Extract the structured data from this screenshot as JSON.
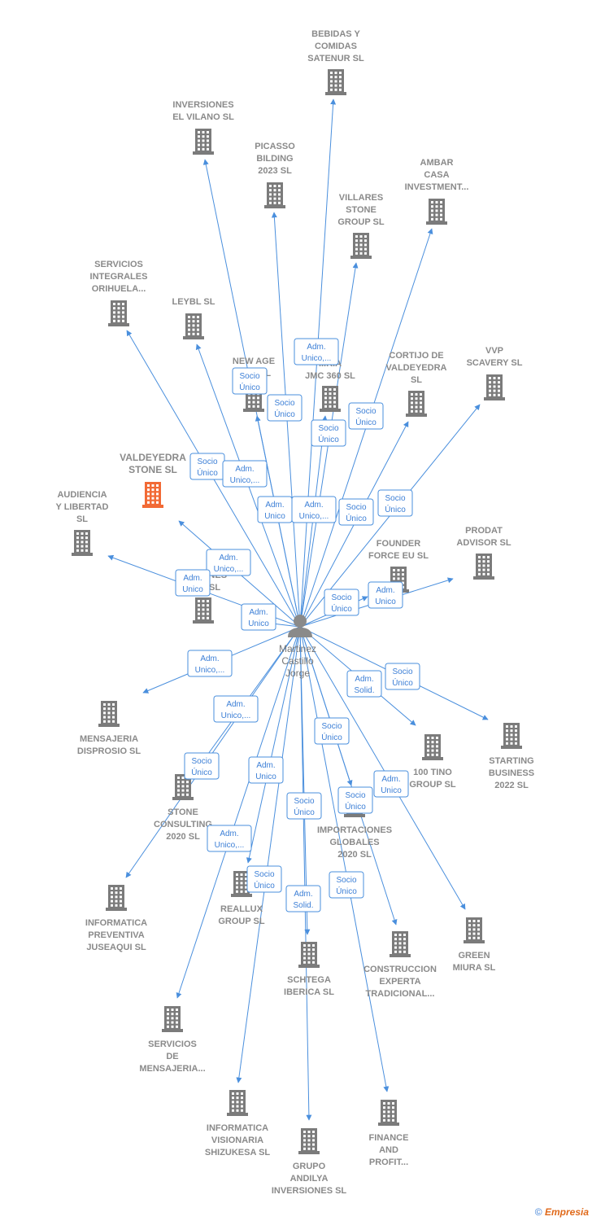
{
  "center": {
    "name_lines": [
      "Martinez",
      "Castillo",
      "Jorge"
    ]
  },
  "companies": [
    {
      "id": "bebidas",
      "lines": [
        "BEBIDAS  Y",
        "COMIDAS",
        "SATENUR  SL"
      ],
      "focus": false
    },
    {
      "id": "vilano",
      "lines": [
        "INVERSIONES",
        "EL VILANO  SL"
      ],
      "focus": false
    },
    {
      "id": "picasso",
      "lines": [
        "PICASSO",
        "BILDING",
        "2023  SL"
      ],
      "focus": false
    },
    {
      "id": "ambar",
      "lines": [
        "AMBAR",
        "CASA",
        "INVESTMENT..."
      ],
      "focus": false
    },
    {
      "id": "villares",
      "lines": [
        "VILLARES",
        "STONE",
        "GROUP  SL"
      ],
      "focus": false
    },
    {
      "id": "servicios_orihuela",
      "lines": [
        "SERVICIOS",
        "INTEGRALES",
        "ORIHUELA..."
      ],
      "focus": false
    },
    {
      "id": "leybl",
      "lines": [
        "LEYBL  SL"
      ],
      "focus": false
    },
    {
      "id": "newage",
      "lines": [
        "NEW AGE",
        "AD...  SL"
      ],
      "focus": false
    },
    {
      "id": "jmc360",
      "lines": [
        "...RIA",
        "JMC 360  SL"
      ],
      "focus": false
    },
    {
      "id": "cortijo",
      "lines": [
        "CORTIJO DE",
        "VALDEYEDRA",
        "SL"
      ],
      "focus": false
    },
    {
      "id": "vvp",
      "lines": [
        "VVP",
        "SCAVERY  SL"
      ],
      "focus": false
    },
    {
      "id": "valdeyedra",
      "lines": [
        "VALDEYEDRA",
        "STONE  SL"
      ],
      "focus": true
    },
    {
      "id": "audiencia",
      "lines": [
        "AUDIENCIA",
        "Y LIBERTAD",
        "SL"
      ],
      "focus": false
    },
    {
      "id": "prodat",
      "lines": [
        "PRODAT",
        "ADVISOR  SL"
      ],
      "focus": false
    },
    {
      "id": "founder",
      "lines": [
        "FOUNDER",
        "FORCE EU  SL"
      ],
      "focus": false
    },
    {
      "id": "exportaciones",
      "lines": [
        "EX...IONES",
        "E...O  SL"
      ],
      "focus": false
    },
    {
      "id": "mensajeria_disprosio",
      "lines": [
        "MENSAJERIA",
        "DISPROSIO  SL"
      ],
      "focus": false
    },
    {
      "id": "tino",
      "lines": [
        "100 TINO",
        "GROUP  SL"
      ],
      "focus": false
    },
    {
      "id": "starting",
      "lines": [
        "STARTING",
        "BUSINESS",
        "2022  SL"
      ],
      "focus": false
    },
    {
      "id": "stone_consulting",
      "lines": [
        "STONE",
        "CONSULTING",
        "2020  SL"
      ],
      "focus": false
    },
    {
      "id": "importaciones",
      "lines": [
        "IMPORTACIONES",
        "GLOBALES",
        "2020  SL"
      ],
      "focus": false
    },
    {
      "id": "informatica_preventiva",
      "lines": [
        "INFORMATICA",
        "PREVENTIVA",
        "JUSEAQUI  SL"
      ],
      "focus": false
    },
    {
      "id": "reallux",
      "lines": [
        "REALLUX",
        "GROUP  SL"
      ],
      "focus": false
    },
    {
      "id": "green",
      "lines": [
        "GREEN",
        "MIURA  SL"
      ],
      "focus": false
    },
    {
      "id": "schtega",
      "lines": [
        "SCHTEGA",
        "IBERICA  SL"
      ],
      "focus": false
    },
    {
      "id": "construccion",
      "lines": [
        "CONSTRUCCION",
        "EXPERTA",
        "TRADICIONAL..."
      ],
      "focus": false
    },
    {
      "id": "servicios_mensajeria",
      "lines": [
        "SERVICIOS",
        "DE",
        "MENSAJERIA..."
      ],
      "focus": false
    },
    {
      "id": "informatica_visionaria",
      "lines": [
        "INFORMATICA",
        "VISIONARIA",
        "SHIZUKESA  SL"
      ],
      "focus": false
    },
    {
      "id": "finance",
      "lines": [
        "FINANCE",
        "AND",
        "PROFIT..."
      ],
      "focus": false
    },
    {
      "id": "andilya",
      "lines": [
        "GRUPO",
        "ANDILYA",
        "INVERSIONES SL"
      ],
      "focus": false
    }
  ],
  "relations": [
    {
      "target": "bebidas",
      "lines": [
        "Adm.",
        "Unico,..."
      ]
    },
    {
      "target": "vilano",
      "lines": [
        "Socio",
        "Único"
      ]
    },
    {
      "target": "picasso",
      "lines": [
        "Socio",
        "Único"
      ]
    },
    {
      "target": "ambar",
      "lines": [
        "Socio",
        "Único"
      ]
    },
    {
      "target": "villares",
      "lines": [
        "Socio",
        "Único"
      ]
    },
    {
      "target": "servicios_orihuela",
      "lines": [
        "Socio",
        "Único"
      ]
    },
    {
      "target": "leybl",
      "lines": [
        "Adm.",
        "Unico,..."
      ]
    },
    {
      "target": "newage",
      "lines": [
        "Adm.",
        "Unico"
      ]
    },
    {
      "target": "jmc360",
      "lines": [
        "Adm.",
        "Unico,..."
      ]
    },
    {
      "target": "cortijo",
      "lines": [
        "Socio",
        "Único"
      ]
    },
    {
      "target": "vvp",
      "lines": [
        "Socio",
        "Único"
      ]
    },
    {
      "target": "valdeyedra",
      "lines": [
        "Adm.",
        "Unico,..."
      ]
    },
    {
      "target": "audiencia",
      "lines": [
        "Adm.",
        "Unico"
      ]
    },
    {
      "target": "exportaciones",
      "lines": [
        "Adm.",
        "Unico"
      ]
    },
    {
      "target": "founder",
      "lines": [
        "Socio",
        "Único"
      ]
    },
    {
      "target": "prodat",
      "lines": [
        "Adm.",
        "Unico"
      ]
    },
    {
      "target": "mensajeria_disprosio",
      "lines": [
        "Adm.",
        "Unico,..."
      ]
    },
    {
      "target": "tino",
      "lines": [
        "Adm.",
        "Solid."
      ]
    },
    {
      "target": "starting",
      "lines": [
        "Socio",
        "Único"
      ]
    },
    {
      "target": "stone_consulting",
      "lines": [
        "Adm.",
        "Unico,..."
      ]
    },
    {
      "target": "informatica_preventiva",
      "lines": [
        "Socio",
        "Único"
      ]
    },
    {
      "target": "importaciones",
      "lines": [
        "Socio",
        "Único"
      ]
    },
    {
      "target": "construccion",
      "lines": [
        "Socio",
        "Único"
      ]
    },
    {
      "target": "green",
      "lines": [
        "Adm.",
        "Unico"
      ]
    },
    {
      "target": "reallux",
      "lines": [
        "Adm.",
        "Unico"
      ]
    },
    {
      "target": "servicios_mensajeria",
      "lines": [
        "Adm.",
        "Unico,..."
      ]
    },
    {
      "target": "schtega",
      "lines": [
        "Socio",
        "Único"
      ]
    },
    {
      "target": "informatica_visionaria",
      "lines": [
        "Socio",
        "Único"
      ]
    },
    {
      "target": "andilya",
      "lines": [
        "Adm.",
        "Solid."
      ]
    },
    {
      "target": "finance",
      "lines": [
        "Socio",
        "Único"
      ]
    }
  ],
  "colors": {
    "edge": "#4a8fdd",
    "building": "#7b7b7b",
    "focus_building": "#f26a35",
    "person": "#8a8a8a"
  },
  "footer": {
    "copyright": "©",
    "brand": "Empresia"
  }
}
